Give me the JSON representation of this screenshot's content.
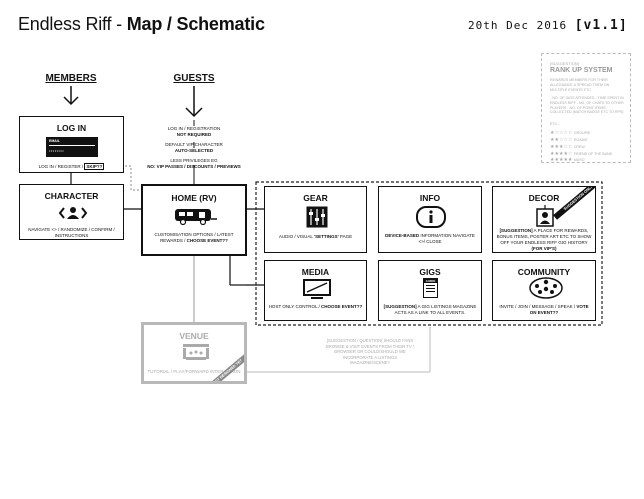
{
  "title": {
    "prefix": "Endless Riff - ",
    "main": "Map / Schematic"
  },
  "date": {
    "text": "20th Dec 2016 ",
    "version": "[v1.1]"
  },
  "members_label": "MEMBERS",
  "guests_label": "GUESTS",
  "guests_notes": [
    {
      "text": "LOG IN / REGISTRATION",
      "bold": false
    },
    {
      "text": "NOT REQUIRED",
      "bold": true
    },
    {
      "text": "DEFAULT VIP CHARACTER",
      "bold": false
    },
    {
      "text": "AUTO-SELECTED",
      "bold": true
    },
    {
      "text": "LESS PRIVILEGES EG",
      "bold": false
    },
    {
      "text": "NO: VIP PASSES / DISCOUNTS / PREVIEWS",
      "bold": true
    }
  ],
  "login": {
    "title": "LOG IN",
    "email_label": "EMAIL",
    "password_mask": "••••••••",
    "desc": "LOG IN / REGISTER / ",
    "skip": "SKIP??"
  },
  "character": {
    "title": "CHARACTER",
    "desc": "NAVIGATE <> / RANDOMIZE / CONFIRM / INSTRUCTIONS"
  },
  "home": {
    "title": "HOME (RV)",
    "desc": "CUSTOMISATION OPTIONS / LATEST REWARDS / ",
    "desc_bold": "CHOOSE EVENT??"
  },
  "gear": {
    "title": "GEAR",
    "desc": "AUDIO / VISUAL ",
    "desc_bold": "'SETTINGS'",
    "desc_end": " PAGE"
  },
  "info": {
    "title": "INFO",
    "desc_bold": "DEVICE-BASED",
    "desc": " INFORMATION NAVIGATE <>/ CLOSE"
  },
  "decor": {
    "title": "DECOR",
    "badge": "SUGGESTION ONLY",
    "desc_bold": "[SUGGESTION]",
    "desc": " A PLACE FOR REWARDS, BONUS ITEMS, POSTER ART ETC TO SHOW OFF YOUR ENDLESS RIFF GIG HISTORY ",
    "desc_bold2": "(FOR VIP'S)"
  },
  "media": {
    "title": "MEDIA",
    "desc": "HOST ONLY CONTROL / ",
    "desc_bold": "CHOOSE EVENT??"
  },
  "gigs": {
    "title": "GIGS",
    "icon_text": "AUDIO",
    "desc_bold": "[SUGGESTION]",
    "desc": " A GIG LISTINGS MAGAZINE ACTS AS A LINK TO ALL EVENTS."
  },
  "community": {
    "title": "COMMUNITY",
    "desc": "INVITE / JOIN / MESSAGE / SPEAK / ",
    "desc_bold": "VOTE ON EVENT??"
  },
  "venue": {
    "title": "VENUE",
    "desc": "TUTORIAL / PLAY/FORWARD INTERACTION",
    "badge": "NOT DESIGNED YET"
  },
  "venue_note": "[SUGGESTION / QUESTION] SHOULD FANS BROWSE & VISIT EVENTS FROM THEIR TV / BROWSER OR COULD/SHOULD WE INCORPORATE A LISTINGS MAGAZINE/SCENE?",
  "rank": {
    "tag": "[SUGGESTION]",
    "title": "RANK UP SYSTEM",
    "p1": "REWARDS MEMBERS FOR THEIR ALLEGIANCE & SPREAD THEM ON MULTIPLE EVENTS ETC",
    "p2": "- NO. OF GIGS ATTENDED - TIME SPENT IN ENDLESS RIFF - NO. OF CHATS TO OTHER PLAYERS - NO. OF POINT ITEMS COLLECTED (MATCH BADGE ETC TO RPS)",
    "etc": "ETC...",
    "levels": [
      {
        "stars": "★☆☆☆☆",
        "label": "GROUPIE"
      },
      {
        "stars": "★★☆☆☆",
        "label": "ROADIE"
      },
      {
        "stars": "★★★☆☆",
        "label": "CREW"
      },
      {
        "stars": "★★★★☆",
        "label": "FRIEND OF THE BAND"
      },
      {
        "stars": "★★★★★",
        "label": "MUSO"
      }
    ]
  }
}
